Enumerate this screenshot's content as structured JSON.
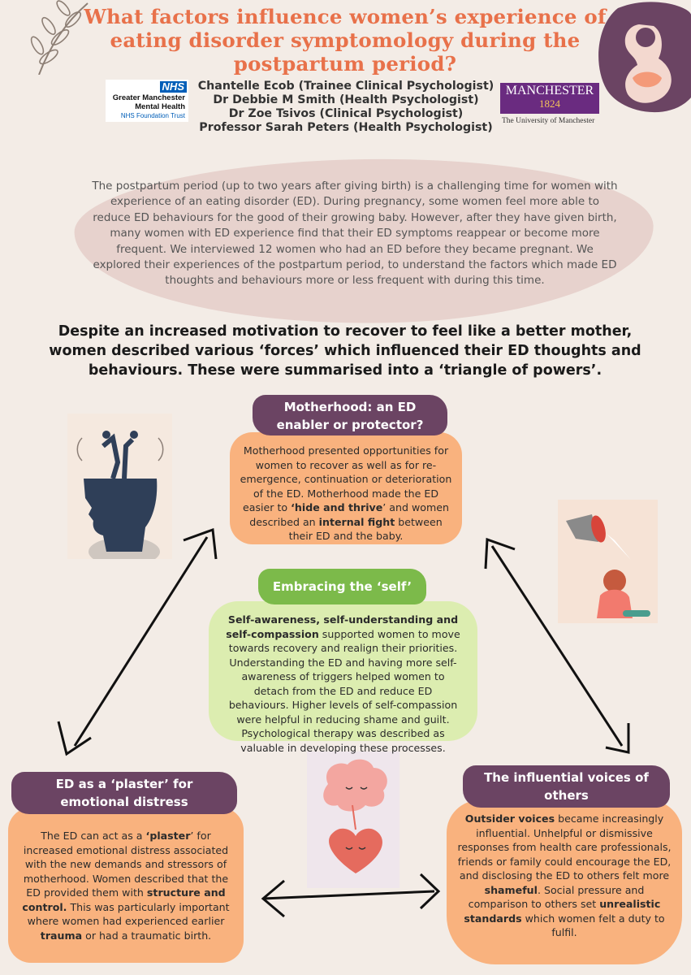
{
  "title": "What factors influence women’s experience of eating disorder symptomology during the postpartum period?",
  "logos": {
    "nhs_badge": "NHS",
    "nhs_line1": "Greater Manchester",
    "nhs_line2": "Mental Health",
    "nhs_line3": "NHS Foundation Trust",
    "man_name": "MANCHESTER",
    "man_year": "1824",
    "man_sub": "The University of Manchester"
  },
  "authors": [
    "Chantelle Ecob (Trainee Clinical Psychologist)",
    "Dr Debbie M Smith (Health Psychologist)",
    "Dr Zoe Tsivos (Clinical Psychologist)",
    "Professor Sarah Peters (Health Psychologist)"
  ],
  "intro": "The postpartum period (up to two years after giving birth) is a challenging time for women with experience of an eating disorder (ED). During pregnancy, some women feel more able to reduce ED behaviours for the good of their growing baby. However, after they have given birth, many women with ED experience find that their ED symptoms reappear or become more frequent. We interviewed 12 women who had an ED before they became pregnant. We explored their experiences of the postpartum period, to understand the factors which made ED thoughts and behaviours more or less frequent with during this time.",
  "headline": "Despite an increased motivation to recover to feel like a better mother, women described various ‘forces’ which influenced their ED thoughts and behaviours. These were summarised into a ‘triangle of powers’.",
  "motherhood": {
    "tag": "Motherhood: an ED enabler or protector?",
    "t1": "Motherhood presented opportunities for women to recover as well as for re-emergence, continuation or deterioration of the ED. Motherhood made the ED easier to ",
    "b1": "‘hide and thrive",
    "t2": "’ and women described an ",
    "b2": "internal fight",
    "t3": " between their ED and the baby."
  },
  "self": {
    "tag": "Embracing the ‘self’",
    "b1": "Self-awareness, self-understanding and self-compassion",
    "t1": " supported women to move towards recovery and realign their priorities. Understanding the ED and having more self-awareness of triggers helped women to detach from the ED and reduce ED behaviours. Higher levels of self-compassion were helpful in reducing shame and guilt. Psychological therapy was described as valuable in developing these processes."
  },
  "plaster": {
    "tag": "ED as a ‘plaster’ for emotional distress",
    "t1": "The ED can act as a ",
    "b1": "‘plaster",
    "t2": "’ for increased emotional distress associated with the new demands and stressors of motherhood. Women described that the ED provided them with ",
    "b2": "structure and control.",
    "t3": " This was particularly important where women had experienced earlier ",
    "b3": "trauma",
    "t4": " or had a traumatic birth."
  },
  "voices": {
    "tag": "The influential voices of others",
    "b1": "Outsider voices",
    "t1": " became increasingly influential. Unhelpful or dismissive responses from health care professionals, friends or family could encourage the ED, and disclosing the ED to others felt more ",
    "b2": "shameful",
    "t2": ". Social pressure and comparison to others set ",
    "b3": "unrealistic standards",
    "t3": " which women felt a duty to fulfil."
  },
  "colors": {
    "title": "#e8714a",
    "tag_purple": "#6b4463",
    "panel_orange": "#f9b27e",
    "tag_green": "#7cba4a",
    "panel_green": "#dcedb0",
    "background": "#f3ece6"
  }
}
